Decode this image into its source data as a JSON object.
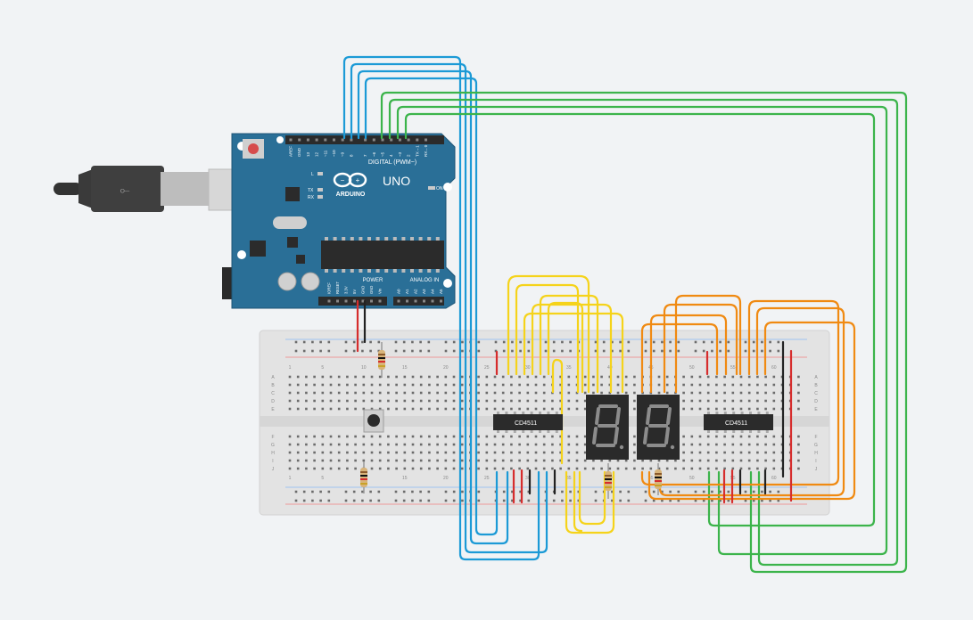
{
  "canvas": {
    "background": "#f1f3f5"
  },
  "arduino": {
    "brand": "ARDUINO",
    "model": "UNO",
    "digital_label": "DIGITAL (PWM~)",
    "power_label": "POWER",
    "analog_label": "ANALOG IN",
    "led_labels": [
      "L",
      "TX",
      "RX"
    ],
    "on_label": "ON",
    "top_header_pins": [
      "AREF",
      "GND",
      "13",
      "12",
      "~11",
      "~10",
      "~9",
      "8",
      "7",
      "~6",
      "~5",
      "4",
      "~3",
      "2",
      "TX→1",
      "RX←0"
    ],
    "power_pins": [
      "IOREF",
      "RESET",
      "3.3V",
      "5V",
      "GND",
      "GND",
      "Vin"
    ],
    "analog_pins": [
      "A0",
      "A1",
      "A2",
      "A3",
      "A4",
      "A5"
    ],
    "colors": {
      "board": "#2a6f97",
      "board_dark": "#1f5677",
      "header": "#2b2b2b"
    }
  },
  "breadboard": {
    "column_numbers": [
      "1",
      "5",
      "10",
      "15",
      "20",
      "25",
      "30",
      "35",
      "40",
      "45",
      "50",
      "55",
      "60"
    ],
    "row_letters_top": [
      "A",
      "B",
      "C",
      "D",
      "E"
    ],
    "row_letters_bottom": [
      "F",
      "G",
      "H",
      "I",
      "J"
    ],
    "colors": {
      "body": "#e3e3e3",
      "hole": "#6b6b6b",
      "rail_red": "#e06666",
      "rail_blue": "#6d9eeb"
    }
  },
  "chips": [
    {
      "label": "CD4511"
    },
    {
      "label": "CD4511"
    }
  ],
  "displays": [
    {
      "digit": "8"
    },
    {
      "digit": "8"
    }
  ],
  "wire_colors": {
    "blue": "#1c9ad6",
    "green": "#3cb44b",
    "yellow": "#f5d31b",
    "orange": "#f08a12",
    "red": "#d62d2d",
    "black": "#222222"
  }
}
